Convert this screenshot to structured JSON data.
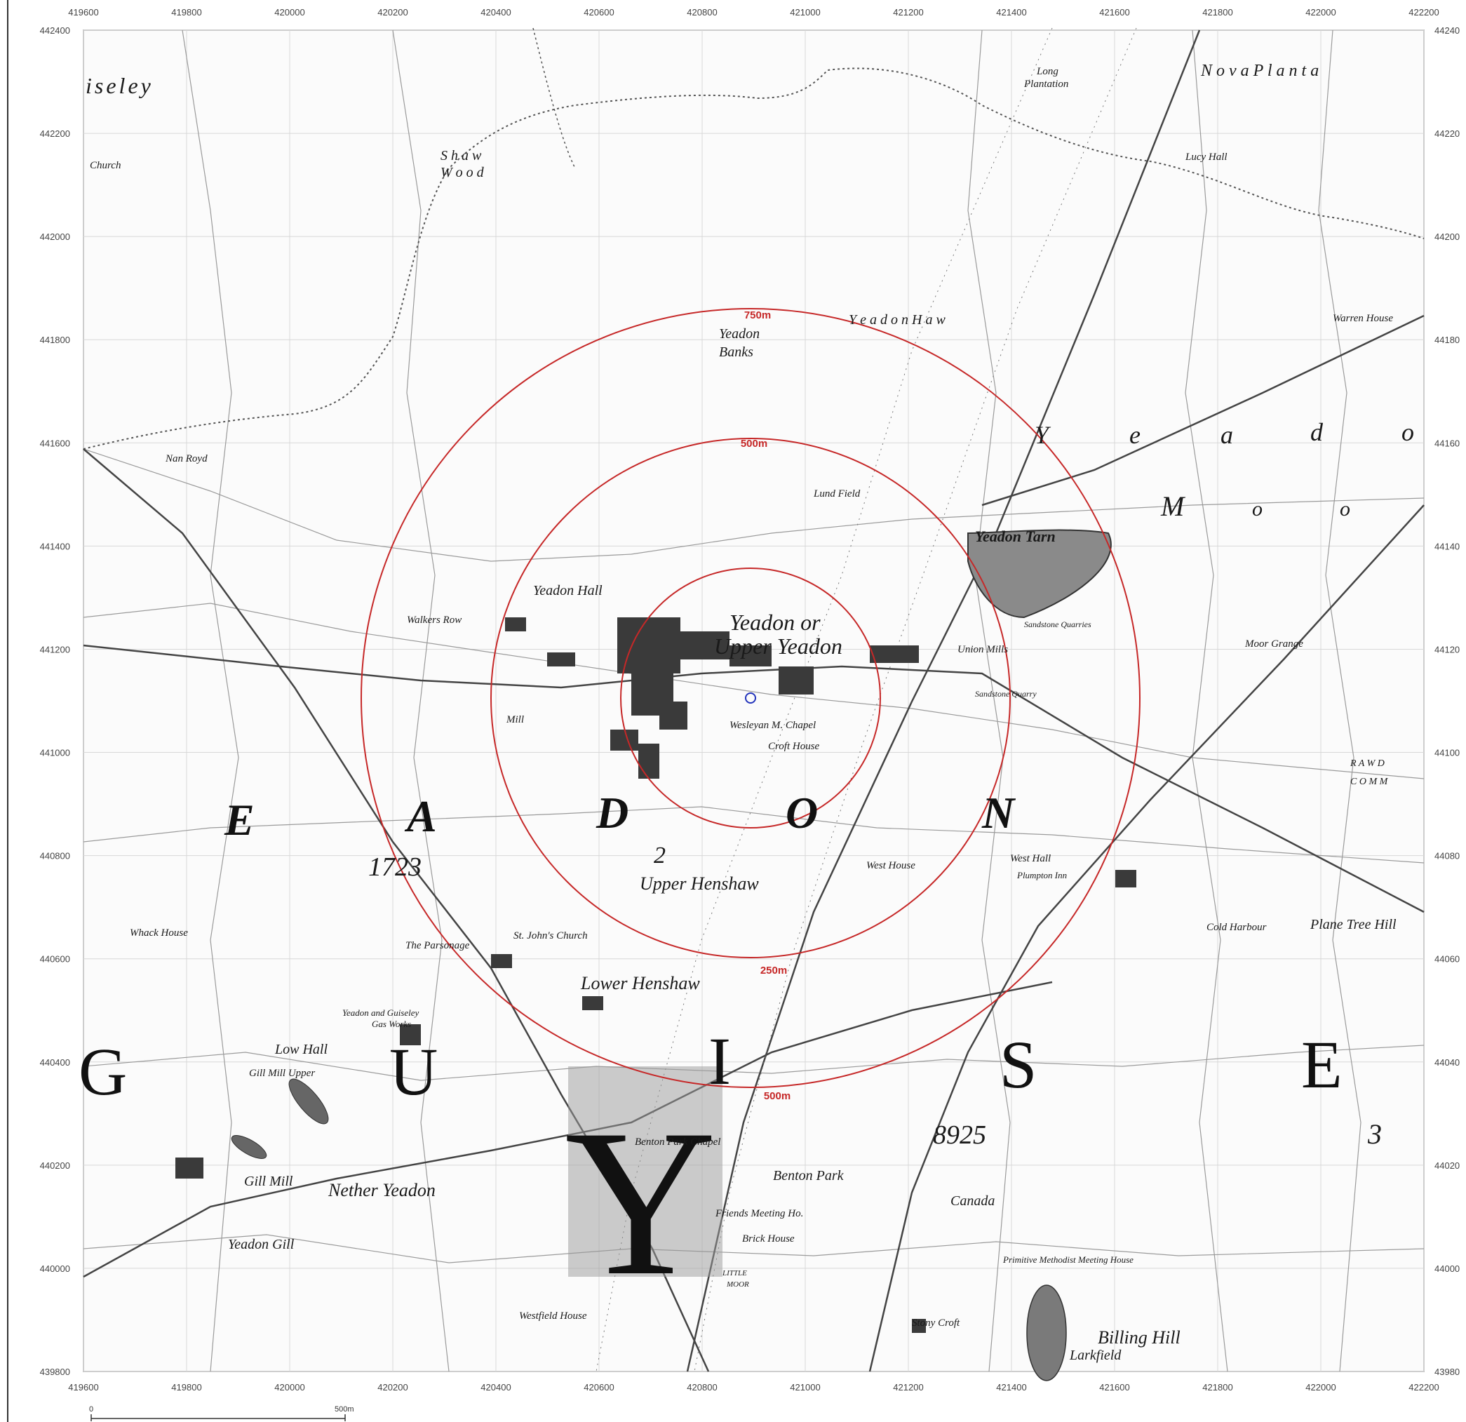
{
  "grid": {
    "x_ticks": [
      "419600",
      "419800",
      "420000",
      "420200",
      "420400",
      "420600",
      "420800",
      "421000",
      "421200",
      "421400",
      "421600",
      "421800",
      "422000",
      "422200"
    ],
    "y_ticks": [
      "442400",
      "442200",
      "442000",
      "441800",
      "441600",
      "441400",
      "441200",
      "441000",
      "440800",
      "440600",
      "440400",
      "440200",
      "440000",
      "439800"
    ],
    "y_ticks_right": [
      "44240",
      "44220",
      "44200",
      "44180",
      "44160",
      "44140",
      "44120",
      "44100",
      "44080",
      "44060",
      "44040",
      "44020",
      "44000",
      "43980"
    ]
  },
  "rings": {
    "color": "#c62828",
    "labels": [
      "750m",
      "500m",
      "250m",
      "500m"
    ]
  },
  "places": {
    "guiseley_part": "iseley",
    "church": "Church",
    "shaw_wood_1": "S h a w",
    "shaw_wood_2": "W o o d",
    "long_plantation_1": "Long",
    "long_plantation_2": "Plantation",
    "nova_planta": "N o v a   P l a n t a",
    "lucy_hall": "Lucy Hall",
    "yeadon_haw": "Y e a d o n   H a w",
    "yeadon_banks_1": "Yeadon",
    "yeadon_banks_2": "Banks",
    "warren_house": "Warren House",
    "nan_royd": "Nan Royd",
    "lund_field": "Lund Field",
    "yeadon_moor": "Yeadon Moor",
    "yeadon_tarn": "Yeadon Tarn",
    "yeadon_hall": "Yeadon Hall",
    "walkers_row": "Walkers Row",
    "yeadon_or": "Yeadon or",
    "upper_yeadon": "Upper Yeadon",
    "union_mills": "Union Mills",
    "sandstone_quarries": "Sandstone Quarries",
    "moor_grange": "Moor Grange",
    "sandstone_quarry": "Sandstone Quarry",
    "wesleyan_chapel": "Wesleyan M. Chapel",
    "croft_house": "Croft House",
    "mill": "Mill",
    "upper_henshaw": "Upper Henshaw",
    "west_house": "West House",
    "west_hall": "West Hall",
    "plumpton_inn": "Plumpton Inn",
    "whack_house": "Whack House",
    "the_parsonage": "The Parsonage",
    "st_johns_church": "St. John's Church",
    "lower_henshaw": "Lower Henshaw",
    "cold_harbour": "Cold Harbour",
    "plane_tree_hill": "Plane Tree Hill",
    "low_hall": "Low Hall",
    "gill_mill_upper": "Gill Mill Upper",
    "yeadon_and_guiseley_1": "Yeadon and Guiseley",
    "yeadon_and_guiseley_2": "Gas Works",
    "benton_park_chapel": "Benton Park Chapel",
    "benton_park": "Benton Park",
    "nether_yeadon": "Nether Yeadon",
    "gill_mill": "Gill Mill",
    "yeadon_gill": "Yeadon Gill",
    "friends_meeting": "Friends Meeting Ho.",
    "brick_house": "Brick House",
    "canada": "Canada",
    "little_moor_1": "LITTLE",
    "little_moor_2": "MOOR",
    "primitive_methodist": "Primitive Methodist Meeting House",
    "westfield_house": "Westfield House",
    "stony_croft": "Stony Croft",
    "billing_hill": "Billing Hill",
    "larkfield": "Larkfield",
    "rawdon_comm_1": "R A W D",
    "rawdon_comm_2": "C O M M",
    "num_1723": "1723",
    "num_8925": "8925",
    "num_2": "2",
    "num_3": "3",
    "moor_m": "M",
    "moor_o1": "o",
    "moor_o2": "o",
    "yeadon_y": "Y",
    "yeadon_e": "e",
    "yeadon_a": "a",
    "yeadon_d": "d",
    "yeadon_o": "o"
  },
  "parish_letters": {
    "yeadon": [
      "E",
      "A",
      "D",
      "O",
      "N"
    ],
    "guiseley": [
      "G",
      "U",
      "I",
      "S",
      "E"
    ],
    "big_y": "Y"
  },
  "scale_bar": {
    "start": "0",
    "end": "500m"
  }
}
